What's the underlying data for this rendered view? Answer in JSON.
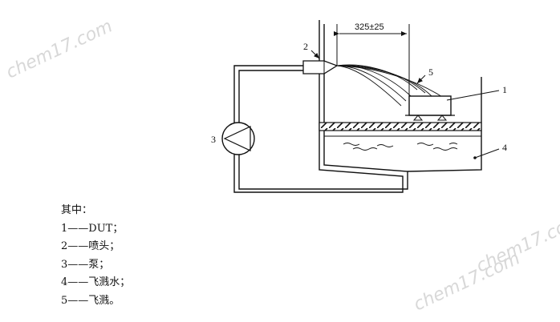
{
  "diagram": {
    "dimension": "325±25",
    "labels": [
      "1",
      "2",
      "3",
      "4",
      "5"
    ],
    "watermark": "chem17.com"
  },
  "legend": {
    "title": "其中：",
    "items": [
      "1——DUT；",
      "2——喷头；",
      "3——泵；",
      "4——飞溅水；",
      "5——飞溅。"
    ]
  }
}
